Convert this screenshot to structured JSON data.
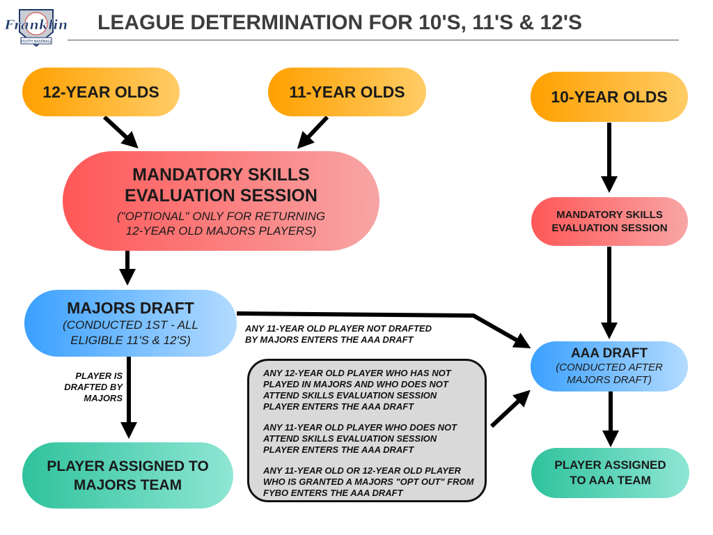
{
  "logo": {
    "text": "Franklin",
    "subtext": "YOUTH BASEBALL"
  },
  "title": "LEAGUE DETERMINATION FOR 10'S, 11'S & 12'S",
  "nodes": {
    "twelve": "12-YEAR OLDS",
    "eleven": "11-YEAR OLDS",
    "ten": "10-YEAR OLDS",
    "mandatory_big": {
      "line1": "MANDATORY SKILLS",
      "line2": "EVALUATION SESSION",
      "sub1": "(\"OPTIONAL\" ONLY FOR RETURNING",
      "sub2": "12-YEAR OLD MAJORS PLAYERS)"
    },
    "mandatory_small": {
      "line1": "MANDATORY SKILLS",
      "line2": "EVALUATION SESSION"
    },
    "majors_draft": {
      "title": "MAJORS DRAFT",
      "sub1": "(CONDUCTED 1ST - ALL",
      "sub2": "ELIGIBLE 11'S & 12'S)"
    },
    "aaa_draft": {
      "title": "AAA DRAFT",
      "sub1": "(CONDUCTED AFTER",
      "sub2": "MAJORS DRAFT)"
    },
    "majors_team": {
      "line1": "PLAYER ASSIGNED TO",
      "line2": "MAJORS TEAM"
    },
    "aaa_team": {
      "line1": "PLAYER ASSIGNED",
      "line2": "TO AAA TEAM"
    }
  },
  "labels": {
    "not_drafted": {
      "line1": "ANY 11-YEAR OLD PLAYER NOT DRAFTED",
      "line2": "BY MAJORS ENTERS THE AAA DRAFT"
    },
    "drafted": {
      "line1": "PLAYER IS",
      "line2": "DRAFTED BY",
      "line3": "MAJORS"
    }
  },
  "notes": [
    "ANY 12-YEAR OLD PLAYER WHO HAS NOT PLAYED IN MAJORS AND WHO DOES NOT ATTEND SKILLS EVALUATION SESSION PLAYER ENTERS THE AAA DRAFT",
    "ANY 11-YEAR OLD PLAYER WHO DOES NOT ATTEND SKILLS EVALUATION SESSION PLAYER ENTERS THE AAA DRAFT",
    "ANY 11-YEAR OLD OR 12-YEAR OLD PLAYER WHO IS GRANTED A MAJORS \"OPT OUT\" FROM FYBO ENTERS THE AAA DRAFT"
  ]
}
